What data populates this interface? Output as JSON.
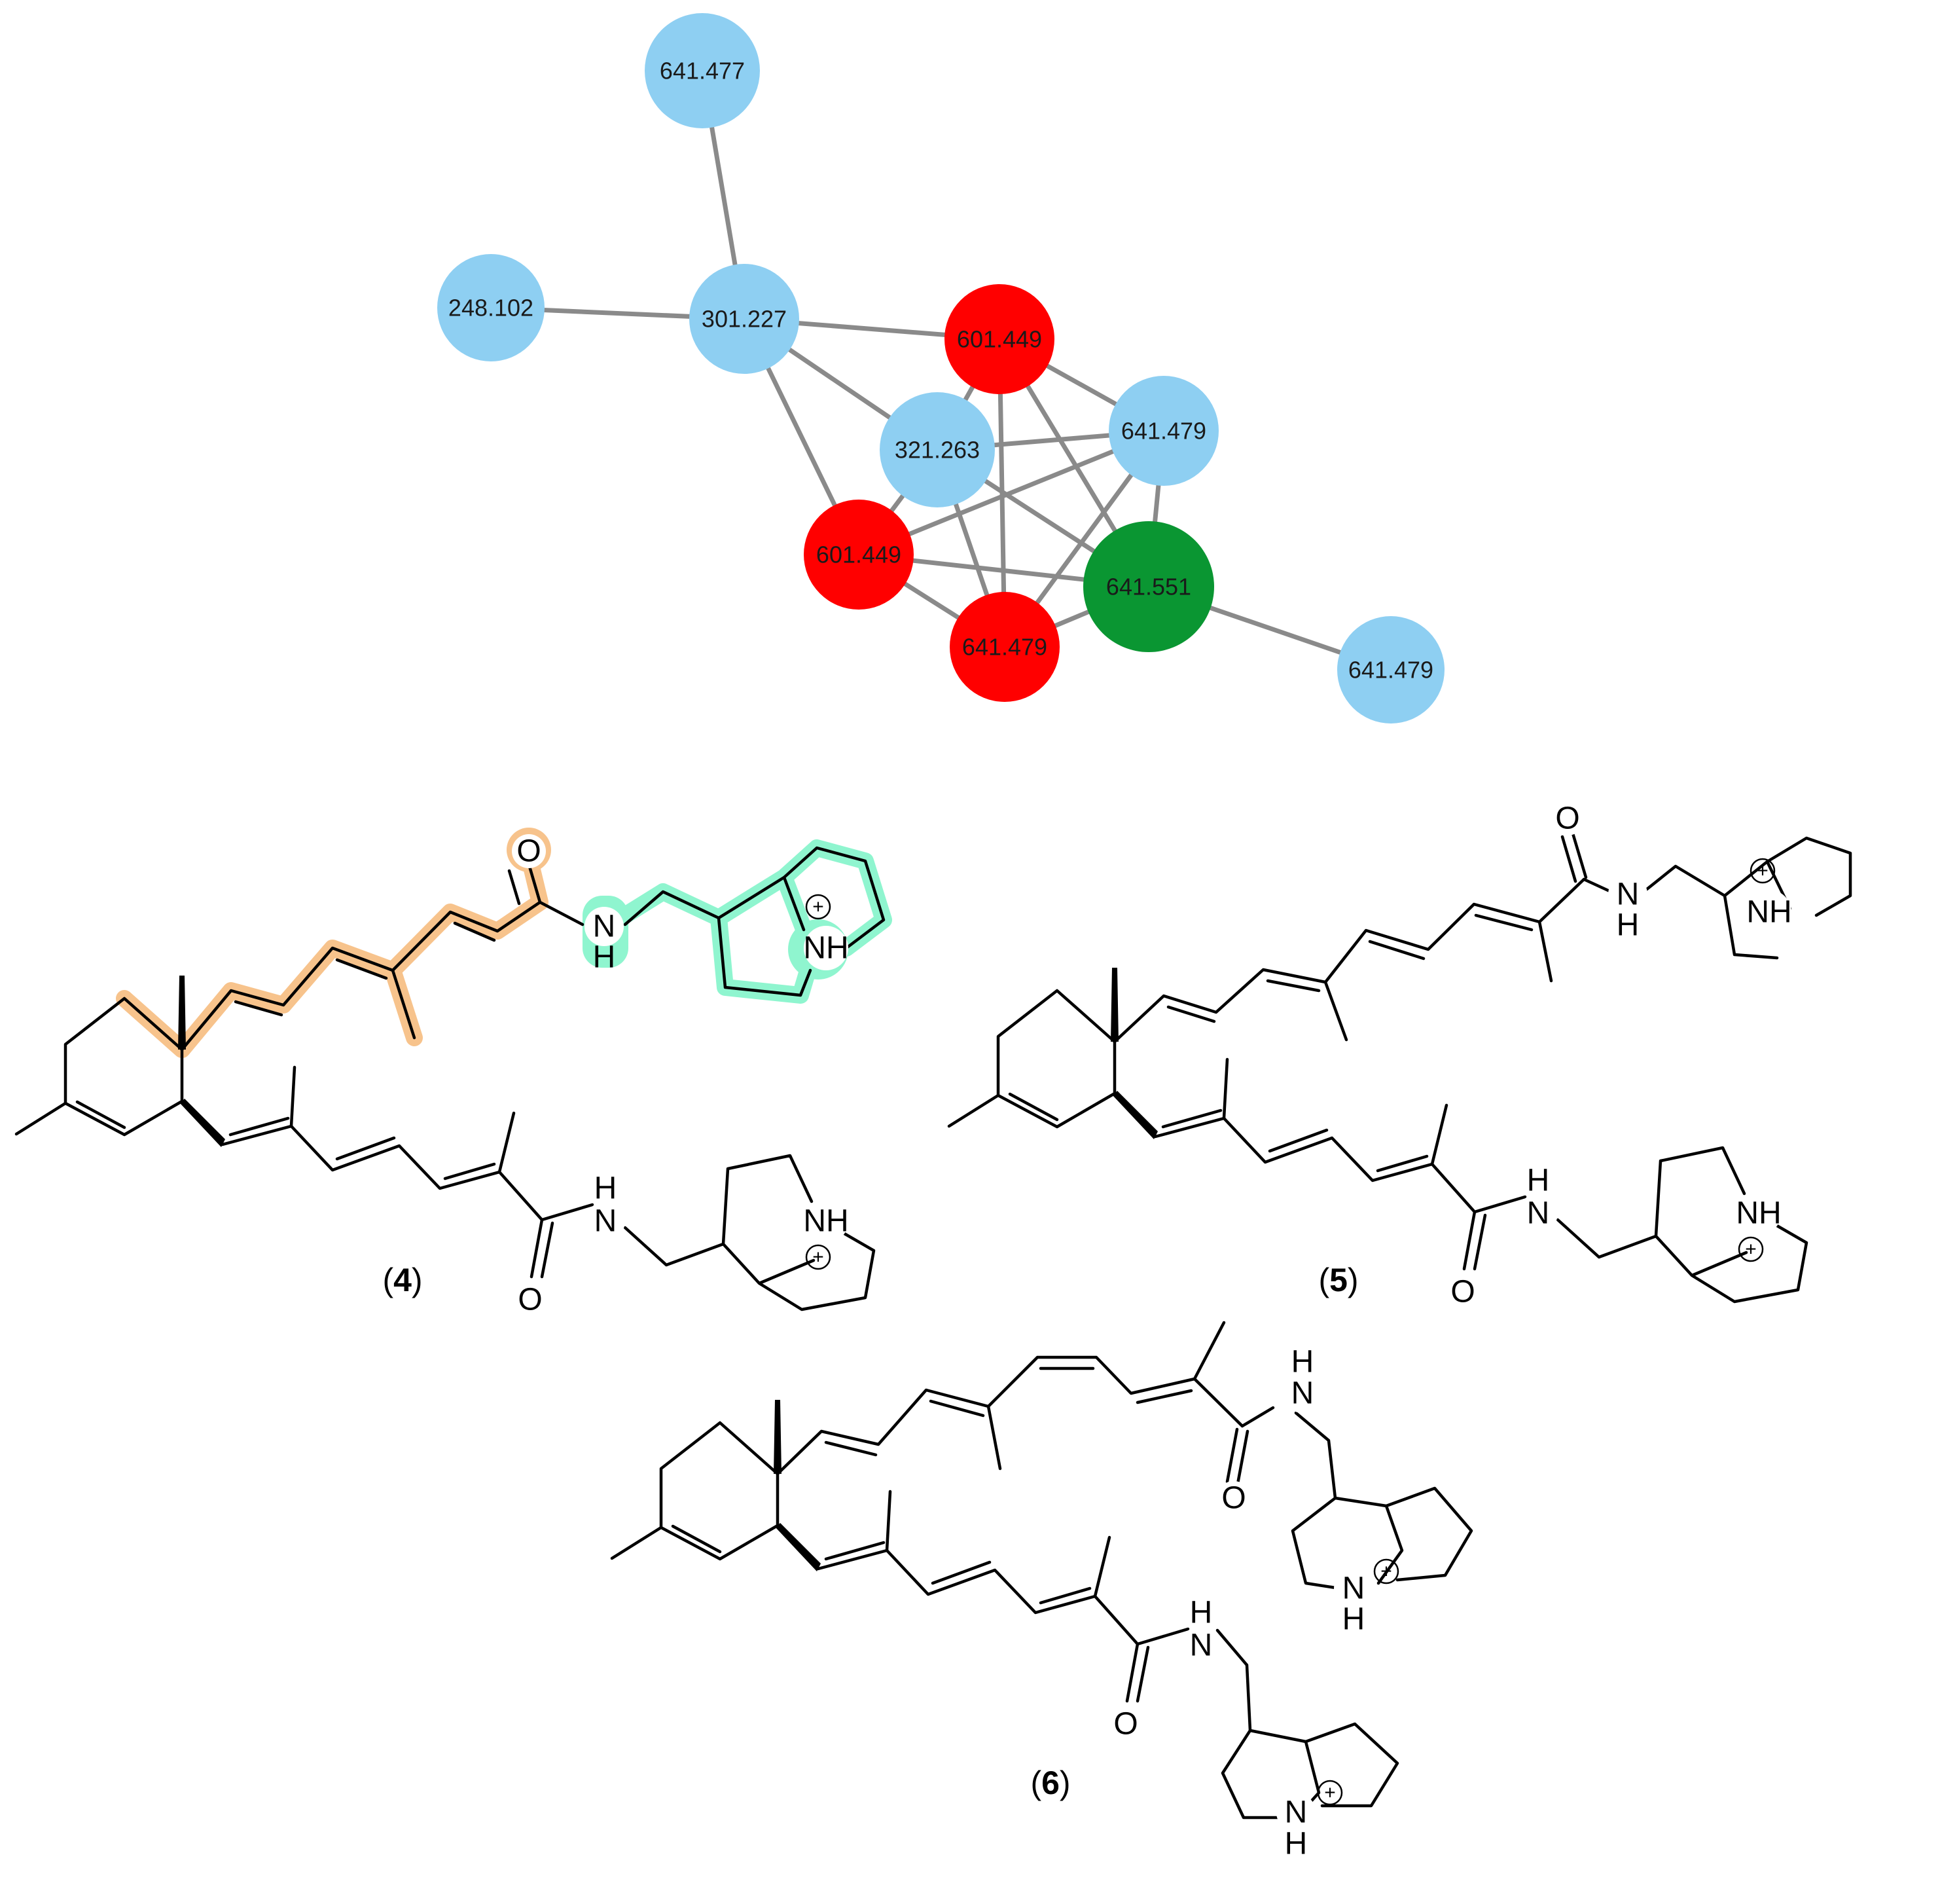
{
  "network": {
    "colors": {
      "blue": "#8ecff2",
      "red": "#ff0000",
      "green": "#0a9632",
      "edge": "#8a8a8a"
    },
    "nodes": [
      {
        "id": "n1",
        "label": "641.477",
        "color": "blue"
      },
      {
        "id": "n2",
        "label": "248.102",
        "color": "blue"
      },
      {
        "id": "n3",
        "label": "301.227",
        "color": "blue"
      },
      {
        "id": "n4",
        "label": "601.449",
        "color": "red"
      },
      {
        "id": "n5",
        "label": "321.263",
        "color": "blue"
      },
      {
        "id": "n6",
        "label": "641.479",
        "color": "blue"
      },
      {
        "id": "n7",
        "label": "601.449",
        "color": "red"
      },
      {
        "id": "n8",
        "label": "641.551",
        "color": "green"
      },
      {
        "id": "n9",
        "label": "641.479",
        "color": "red"
      },
      {
        "id": "n10",
        "label": "641.479",
        "color": "blue"
      }
    ],
    "edges": [
      [
        "n1",
        "n3"
      ],
      [
        "n2",
        "n3"
      ],
      [
        "n3",
        "n4"
      ],
      [
        "n3",
        "n5"
      ],
      [
        "n3",
        "n7"
      ],
      [
        "n4",
        "n5"
      ],
      [
        "n4",
        "n6"
      ],
      [
        "n4",
        "n8"
      ],
      [
        "n4",
        "n9"
      ],
      [
        "n5",
        "n6"
      ],
      [
        "n5",
        "n7"
      ],
      [
        "n5",
        "n8"
      ],
      [
        "n5",
        "n9"
      ],
      [
        "n6",
        "n7"
      ],
      [
        "n6",
        "n8"
      ],
      [
        "n6",
        "n9"
      ],
      [
        "n7",
        "n8"
      ],
      [
        "n7",
        "n9"
      ],
      [
        "n8",
        "n9"
      ],
      [
        "n8",
        "n10"
      ]
    ]
  },
  "atoms": {
    "oxygen": "O",
    "amide_nh": "NH",
    "amide_n": "N",
    "hydrogen": "H",
    "charge": "+"
  },
  "compounds": [
    {
      "id": "c4",
      "open": "(",
      "number": "4",
      "close": ")",
      "highlight_colors": {
        "polyene": "#f7c38c",
        "amine": "#8ff5cf"
      }
    },
    {
      "id": "c5",
      "open": "(",
      "number": "5",
      "close": ")"
    },
    {
      "id": "c6",
      "open": "(",
      "number": "6",
      "close": ")"
    }
  ]
}
